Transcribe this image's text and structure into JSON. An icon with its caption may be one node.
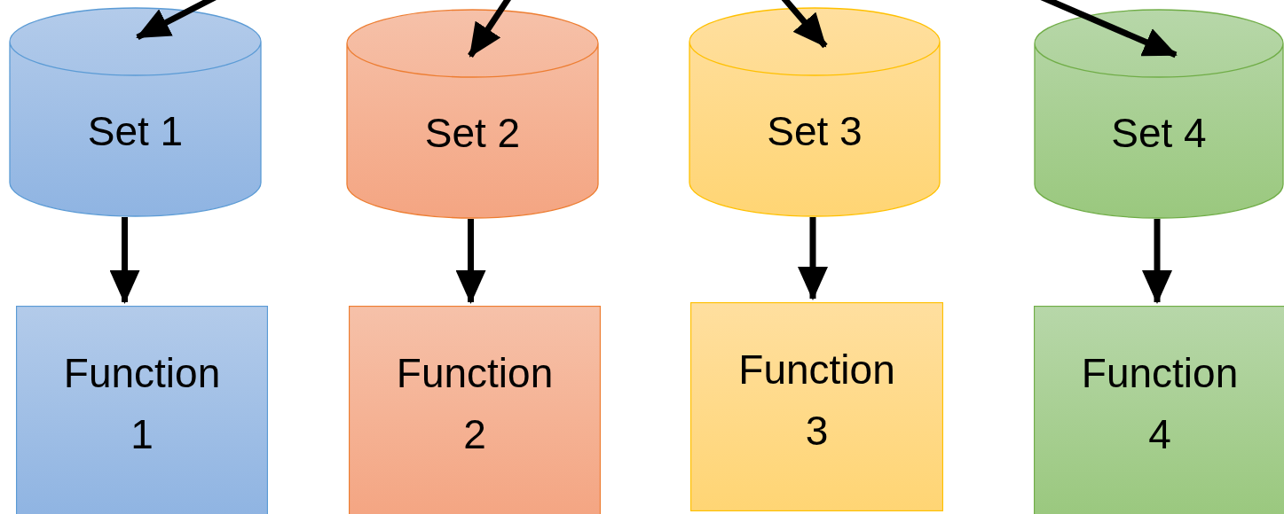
{
  "diagram": {
    "nodes": [
      {
        "text": [
          "Set 1"
        ]
      },
      {
        "text": [
          "Set 2"
        ]
      },
      {
        "text": [
          "Set 3"
        ]
      },
      {
        "text": [
          "Set 4"
        ]
      },
      {
        "text": [
          "Function 1"
        ]
      },
      {
        "text": [
          "Function 2"
        ]
      },
      {
        "text": [
          "Function 3"
        ]
      },
      {
        "text": [
          "Function 4"
        ]
      }
    ],
    "edges": [
      {
        "from": null,
        "to": 0,
        "arrow": "to"
      },
      {
        "from": null,
        "to": 1,
        "arrow": "to"
      },
      {
        "from": null,
        "to": 2,
        "arrow": "to"
      },
      {
        "from": null,
        "to": 3,
        "arrow": "to"
      },
      {
        "from": 0,
        "to": 4,
        "arrow": "to"
      },
      {
        "from": 1,
        "to": 5,
        "arrow": "to"
      },
      {
        "from": 2,
        "to": 6,
        "arrow": "to"
      },
      {
        "from": 3,
        "to": 7,
        "arrow": "to"
      }
    ]
  }
}
